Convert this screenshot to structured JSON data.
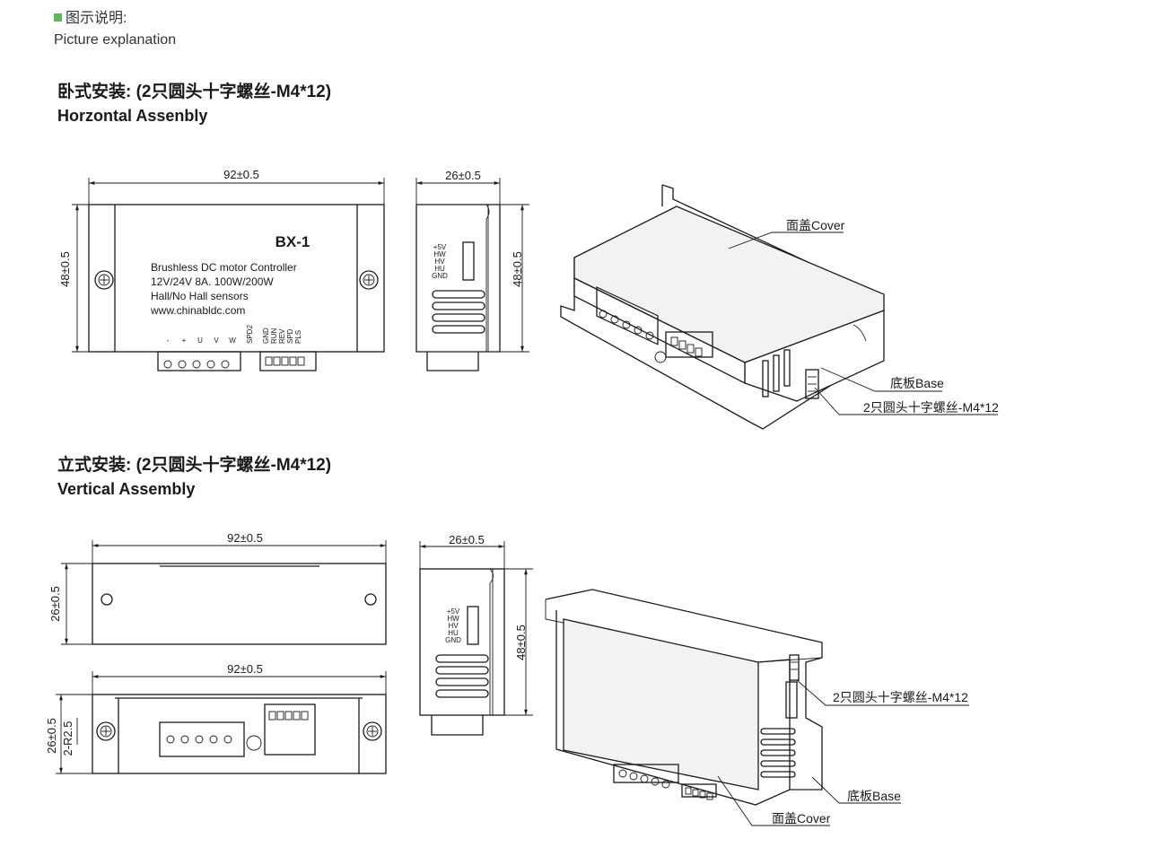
{
  "header": {
    "title_cn": "图示说明:",
    "title_en": "Picture explanation"
  },
  "sections": {
    "horizontal": {
      "title_cn": "卧式安装: (2只圆头十字螺丝-M4*12)",
      "title_en": "Horzontal Assenbly"
    },
    "vertical": {
      "title_cn": "立式安装: (2只圆头十字螺丝-M4*12)",
      "title_en": "Vertical Assembly"
    }
  },
  "dimensions": {
    "width": "92±0.5",
    "depth": "26±0.5",
    "height": "48±0.5",
    "thick": "26±0.5",
    "radius": "2-R2.5"
  },
  "product": {
    "model": "BX-1",
    "line1": "Brushless DC motor Controller",
    "line2": "12V/24V  8A.  100W/200W",
    "line3": "Hall/No Hall sensors",
    "line4": "www.chinabldc.com"
  },
  "terminals": {
    "power": [
      "-",
      "+",
      "U",
      "V",
      "W"
    ],
    "speed": "SPD2",
    "signal": [
      "GND",
      "RUN",
      "REV",
      "SPD",
      "PLS"
    ],
    "hall": [
      "+5V",
      "HW",
      "HV",
      "HU",
      "GND"
    ]
  },
  "callouts": {
    "cover": "面盖Cover",
    "base": "底板Base",
    "screw": "2只圆头十字螺丝-M4*12"
  }
}
